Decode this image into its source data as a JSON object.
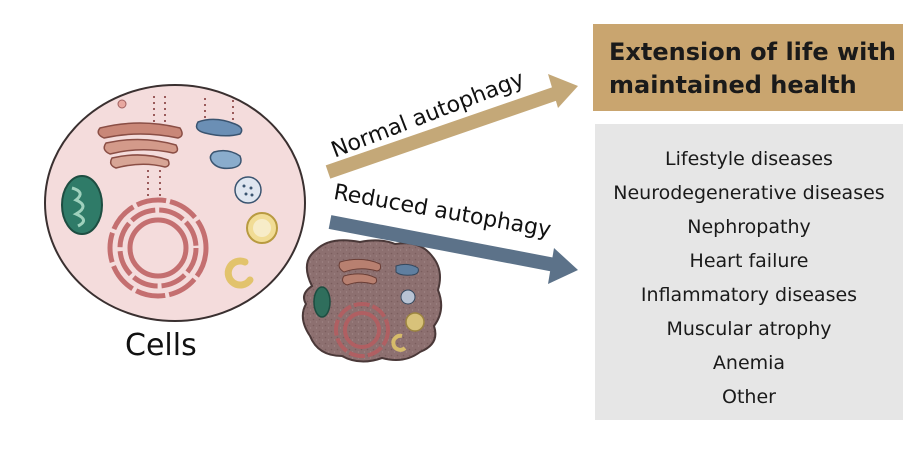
{
  "cells_label": "Cells",
  "arrows": {
    "normal": {
      "label": "Normal autophagy",
      "color": "#c4a878"
    },
    "reduced": {
      "label": "Reduced autophagy",
      "color": "#5c7289"
    }
  },
  "outcome_healthy": {
    "lines": [
      "Extension of life with",
      "maintained health"
    ],
    "color": "#c9a56f"
  },
  "outcome_diseases": {
    "items": [
      "Lifestyle diseases",
      "Neurodegenerative diseases",
      "Nephropathy",
      "Heart failure",
      "Inflammatory diseases",
      "Muscular atrophy",
      "Anemia",
      "Other"
    ],
    "color": "#e6e6e6"
  },
  "colors": {
    "healthy_cell": "#f4dcdc",
    "damaged_cell": "#8a6e6e",
    "organelle_red": "#c46f70",
    "mitochondrion": "#2f7b68",
    "vesicle_blue": "#6b8fb5",
    "vesicle_yellow": "#e9cf7a"
  }
}
